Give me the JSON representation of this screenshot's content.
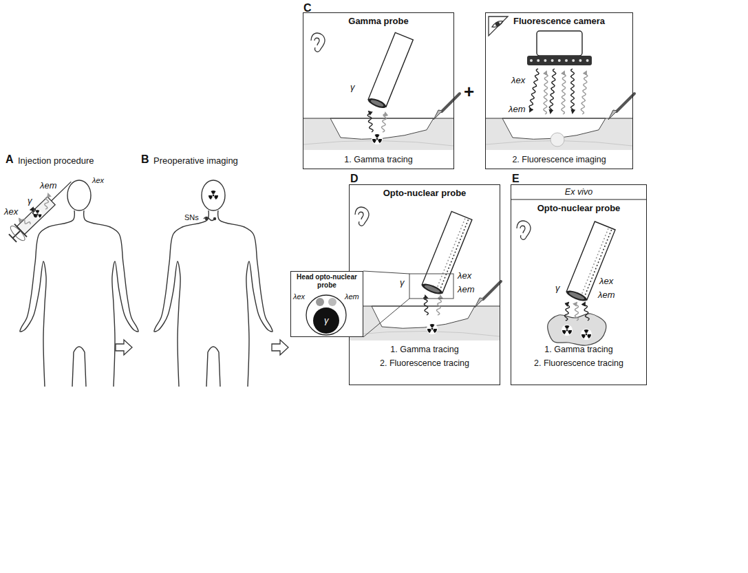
{
  "diagram": {
    "nodes": [
      {
        "text": [
          "Gamma probe",
          "γ",
          "1. Gamma tracing"
        ]
      },
      {
        "text": [
          "Fluorescence camera",
          "λex",
          "λem",
          "2. Fluorescence imaging"
        ]
      },
      {
        "text": [
          "Opto-nuclear probe",
          "γ",
          "λex",
          "λem",
          "1. Gamma tracing",
          "2. Fluorescence tracing"
        ]
      },
      {
        "text": [
          "Head opto-nuclear probe",
          "λex",
          "λem",
          "γ"
        ]
      },
      {
        "text": [
          "Ex vivo",
          "Opto-nuclear probe",
          "γ",
          "λex",
          "λem",
          "1. Gamma tracing",
          "2. Fluorescence tracing"
        ]
      }
    ],
    "labels": [
      "A",
      "Injection procedure",
      "λex",
      "γ",
      "λem",
      "λex",
      "B",
      "Preoperative imaging",
      "SNs",
      "C",
      "+",
      "D",
      "E"
    ]
  }
}
